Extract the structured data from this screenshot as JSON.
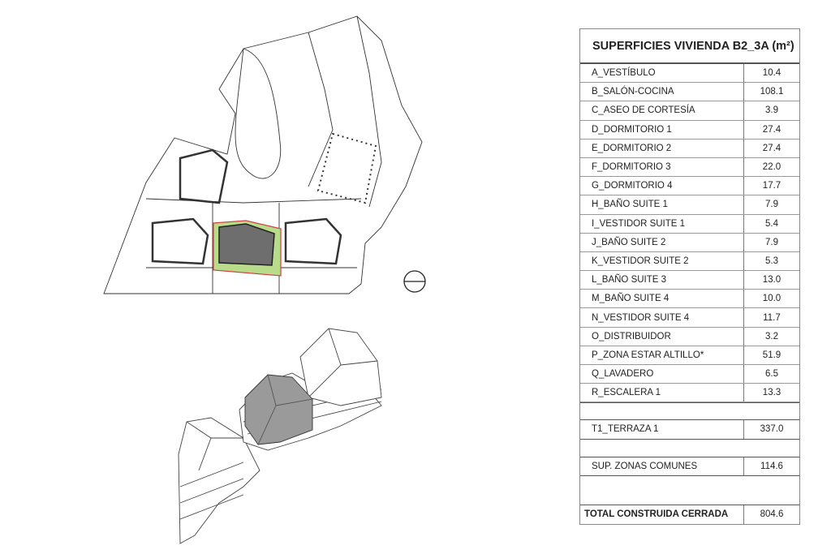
{
  "table": {
    "title": "SUPERFICIES VIVIENDA B2_3A (m²)",
    "rooms": [
      {
        "label": "A_VESTÍBULO",
        "value": "10.4"
      },
      {
        "label": "B_SALÓN-COCINA",
        "value": "108.1"
      },
      {
        "label": "C_ASEO DE CORTESÍA",
        "value": "3.9"
      },
      {
        "label": "D_DORMITORIO 1",
        "value": "27.4"
      },
      {
        "label": "E_DORMITORIO 2",
        "value": "27.4"
      },
      {
        "label": "F_DORMITORIO 3",
        "value": "22.0"
      },
      {
        "label": "G_DORMITORIO 4",
        "value": "17.7"
      },
      {
        "label": "H_BAÑO SUITE 1",
        "value": "7.9"
      },
      {
        "label": "I_VESTIDOR SUITE 1",
        "value": "5.4"
      },
      {
        "label": "J_BAÑO SUITE 2",
        "value": "7.9"
      },
      {
        "label": "K_VESTIDOR SUITE 2",
        "value": "5.3"
      },
      {
        "label": "L_BAÑO SUITE 3",
        "value": "13.0"
      },
      {
        "label": "M_BAÑO SUITE 4",
        "value": "10.0"
      },
      {
        "label": "N_VESTIDOR SUITE 4",
        "value": "11.7"
      },
      {
        "label": "O_DISTRIBUIDOR",
        "value": "3.2"
      },
      {
        "label": "P_ZONA ESTAR ALTILLO*",
        "value": "51.9"
      },
      {
        "label": "Q_LAVADERO",
        "value": "6.5"
      },
      {
        "label": "R_ESCALERA 1",
        "value": "13.3"
      }
    ],
    "terrace": {
      "label": "T1_TERRAZA 1",
      "value": "337.0"
    },
    "common": {
      "label": "SUP. ZONAS COMUNES",
      "value": "114.6"
    },
    "total": {
      "label": "TOTAL CONSTRUIDA CERRADA",
      "value": "804.6"
    }
  },
  "colors": {
    "highlight_fill": "#6e6e6e",
    "highlight_green": "#b9dc8c",
    "highlight_red": "#d04040"
  }
}
